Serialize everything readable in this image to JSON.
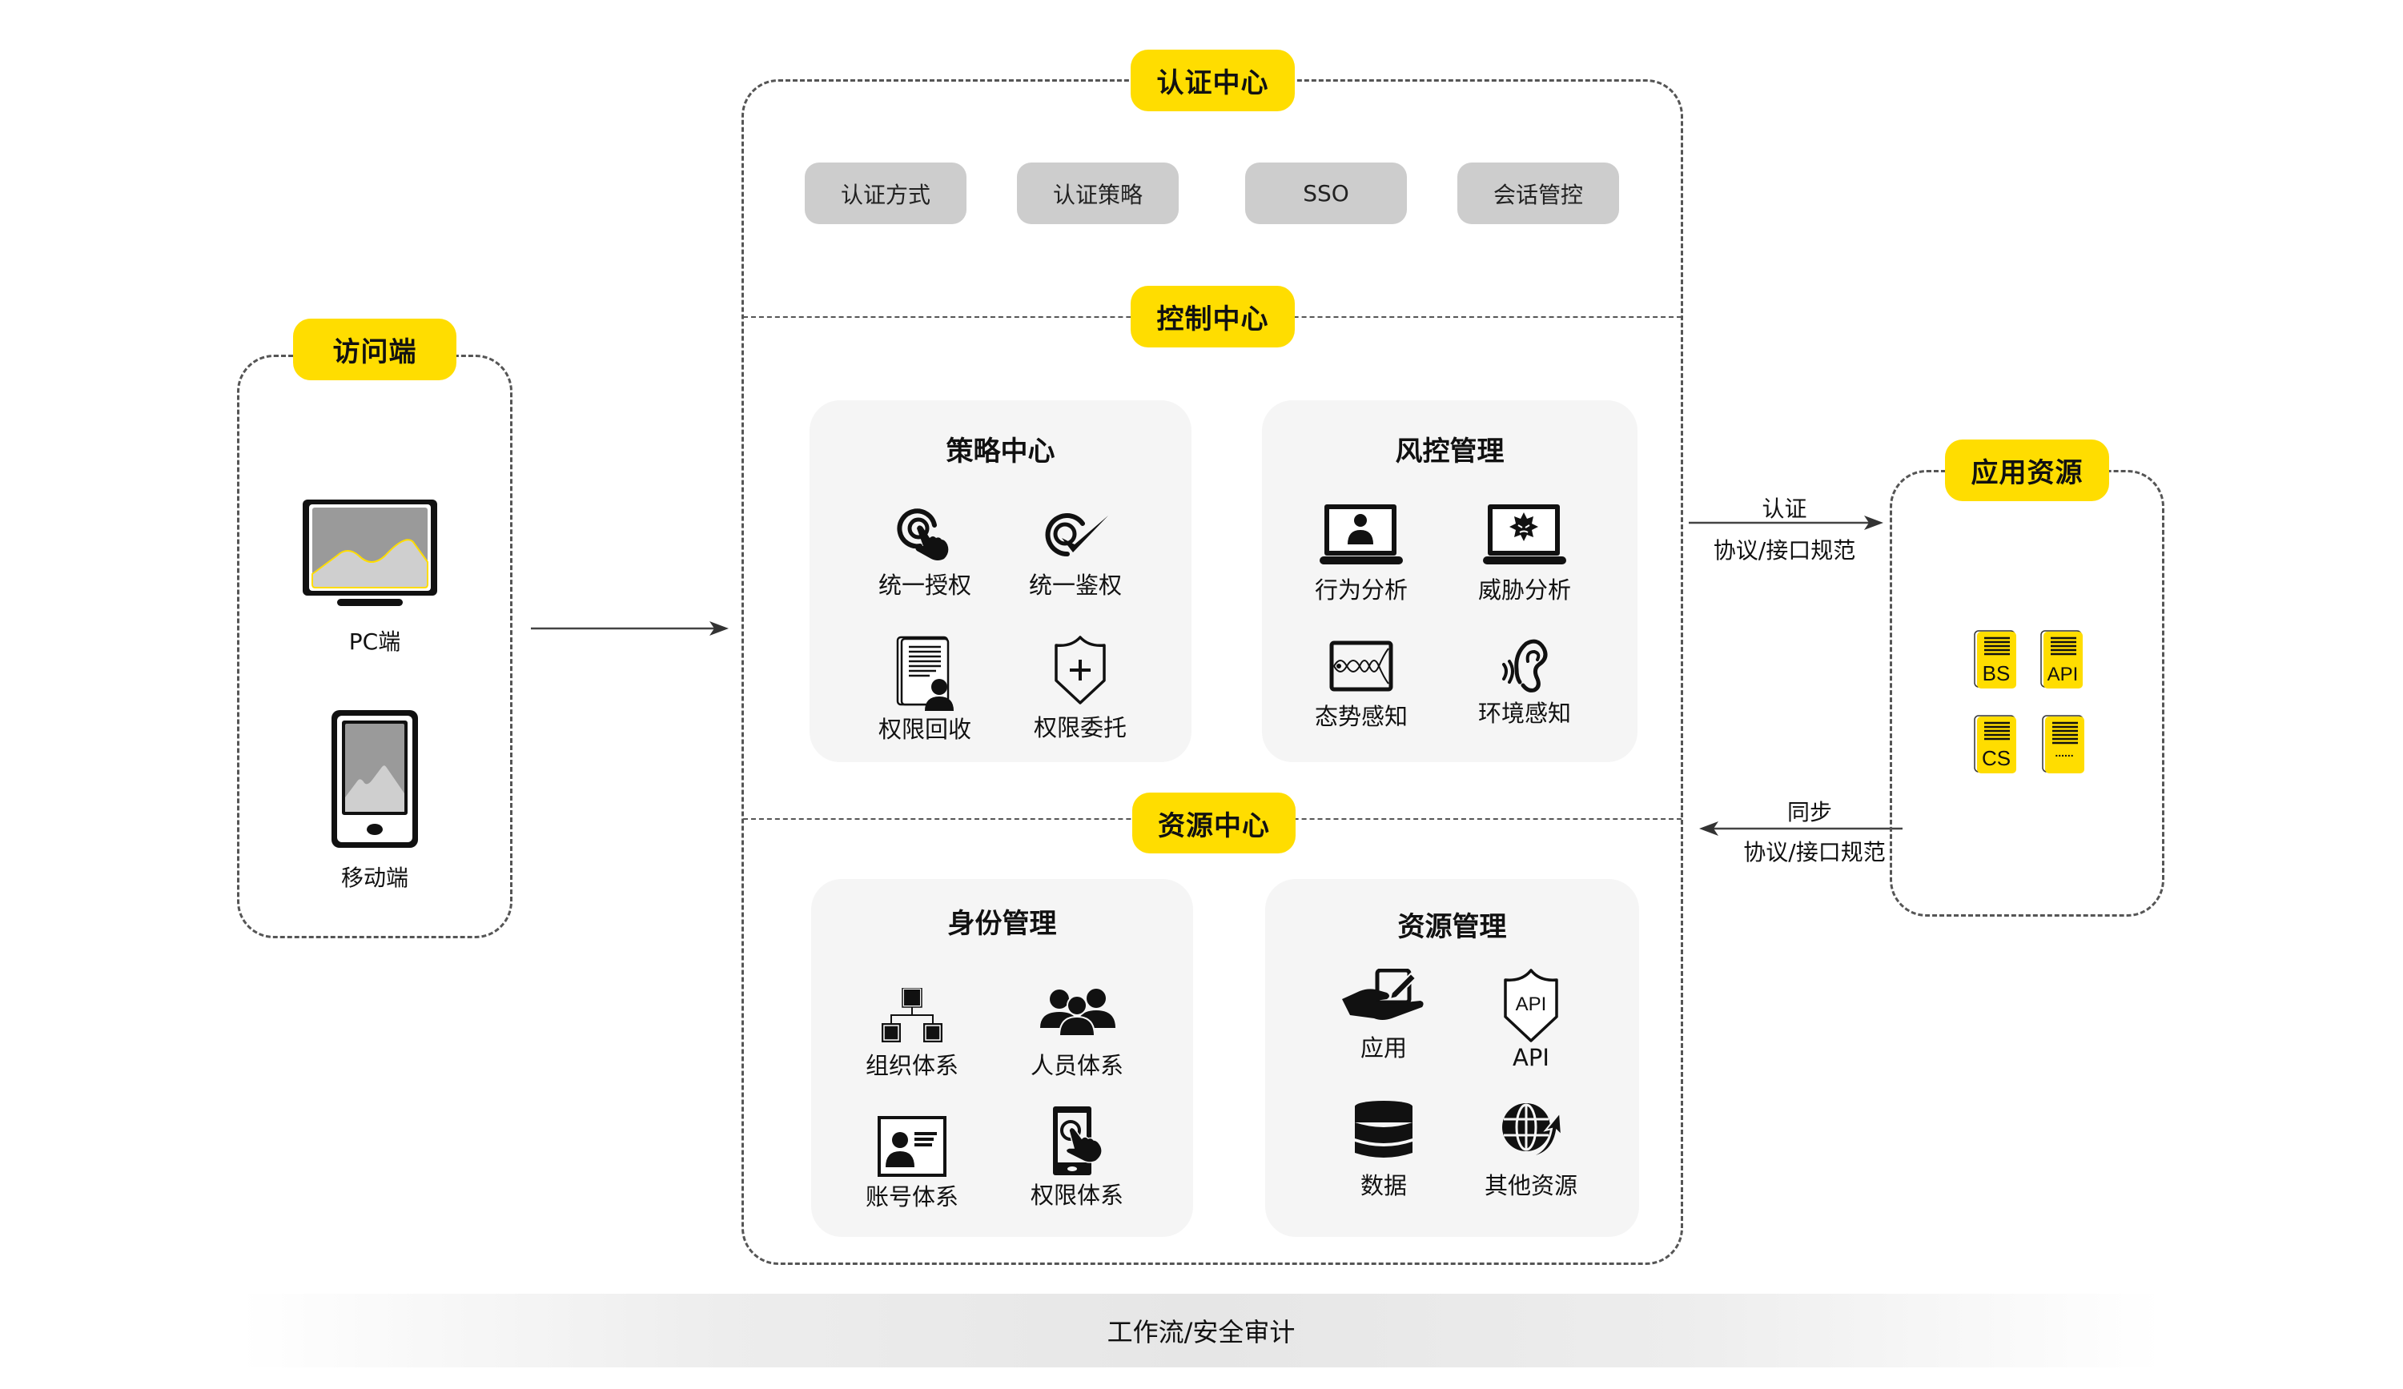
{
  "colors": {
    "accent": "#FFDD00",
    "pill": "#CDCDCD",
    "card": "#F5F5F5",
    "border": "#555555"
  },
  "access": {
    "title": "访问端",
    "devices": [
      {
        "label": "PC端",
        "icon": "desktop-monitor-icon"
      },
      {
        "label": "移动端",
        "icon": "mobile-tablet-icon"
      }
    ]
  },
  "auth_center": {
    "title": "认证中心",
    "pills": [
      "认证方式",
      "认证策略",
      "SSO",
      "会话管控"
    ]
  },
  "control_center": {
    "title": "控制中心",
    "policy": {
      "title": "策略中心",
      "items": [
        {
          "label": "统一授权",
          "icon": "touch-target-icon"
        },
        {
          "label": "统一鉴权",
          "icon": "target-check-icon"
        },
        {
          "label": "权限回收",
          "icon": "document-user-icon"
        },
        {
          "label": "权限委托",
          "icon": "shield-plus-icon"
        }
      ]
    },
    "risk": {
      "title": "风控管理",
      "items": [
        {
          "label": "行为分析",
          "icon": "laptop-user-icon"
        },
        {
          "label": "威胁分析",
          "icon": "laptop-virus-icon"
        },
        {
          "label": "态势感知",
          "icon": "wave-monitor-icon"
        },
        {
          "label": "环境感知",
          "icon": "ear-sound-icon"
        }
      ]
    }
  },
  "resource_center": {
    "title": "资源中心",
    "identity": {
      "title": "身份管理",
      "items": [
        {
          "label": "组织体系",
          "icon": "org-chart-icon"
        },
        {
          "label": "人员体系",
          "icon": "people-group-icon"
        },
        {
          "label": "账号体系",
          "icon": "id-card-icon"
        },
        {
          "label": "权限体系",
          "icon": "phone-touch-icon"
        }
      ]
    },
    "resources": {
      "title": "资源管理",
      "items": [
        {
          "label": "应用",
          "icon": "hand-app-icon"
        },
        {
          "label": "API",
          "icon": "api-shield-icon",
          "icon_text": "API"
        },
        {
          "label": "数据",
          "icon": "database-icon"
        },
        {
          "label": "其他资源",
          "icon": "globe-arrow-icon"
        }
      ]
    }
  },
  "app_resources": {
    "title": "应用资源",
    "docs": [
      "BS",
      "API",
      "CS",
      "......"
    ]
  },
  "arrows": {
    "auth": {
      "top": "认证",
      "bottom": "协议/接口规范"
    },
    "sync": {
      "top": "同步",
      "bottom": "协议/接口规范"
    }
  },
  "footer": {
    "audit": "工作流/安全审计"
  }
}
